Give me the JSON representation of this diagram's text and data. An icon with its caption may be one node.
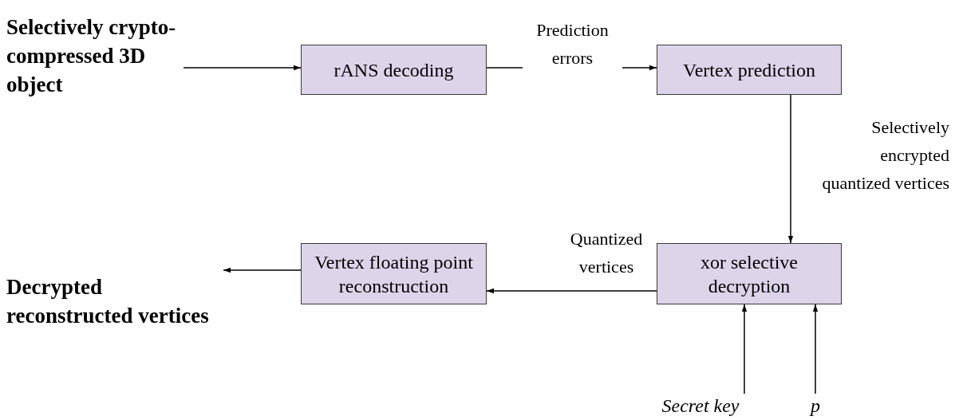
{
  "diagram": {
    "nodes": [
      {
        "text": [
          "Selectively crypto-compressed 3D object"
        ]
      },
      {
        "text": [
          "rANS decoding"
        ]
      },
      {
        "text": [
          "Vertex prediction"
        ]
      },
      {
        "text": [
          "xor selective decryption"
        ]
      },
      {
        "text": [
          "Vertex floating point reconstruction"
        ]
      },
      {
        "text": [
          "Decrypted reconstructed vertices"
        ]
      },
      {
        "text": [
          "Secret key"
        ]
      },
      {
        "text": [
          "p"
        ]
      }
    ],
    "edges": [
      {
        "from": 0,
        "to": 1,
        "arrow": "to"
      },
      {
        "from": 1,
        "to": 2,
        "arrow": "to",
        "label": "Prediction errors"
      },
      {
        "from": 2,
        "to": 3,
        "arrow": "to",
        "label": "Selectively encrypted quantized vertices"
      },
      {
        "from": 3,
        "to": 4,
        "arrow": "to",
        "label": "Quantized vertices"
      },
      {
        "from": 4,
        "to": 5,
        "arrow": "to"
      },
      {
        "from": 6,
        "to": 3,
        "arrow": "to"
      },
      {
        "from": 7,
        "to": 3,
        "arrow": "to"
      }
    ]
  }
}
